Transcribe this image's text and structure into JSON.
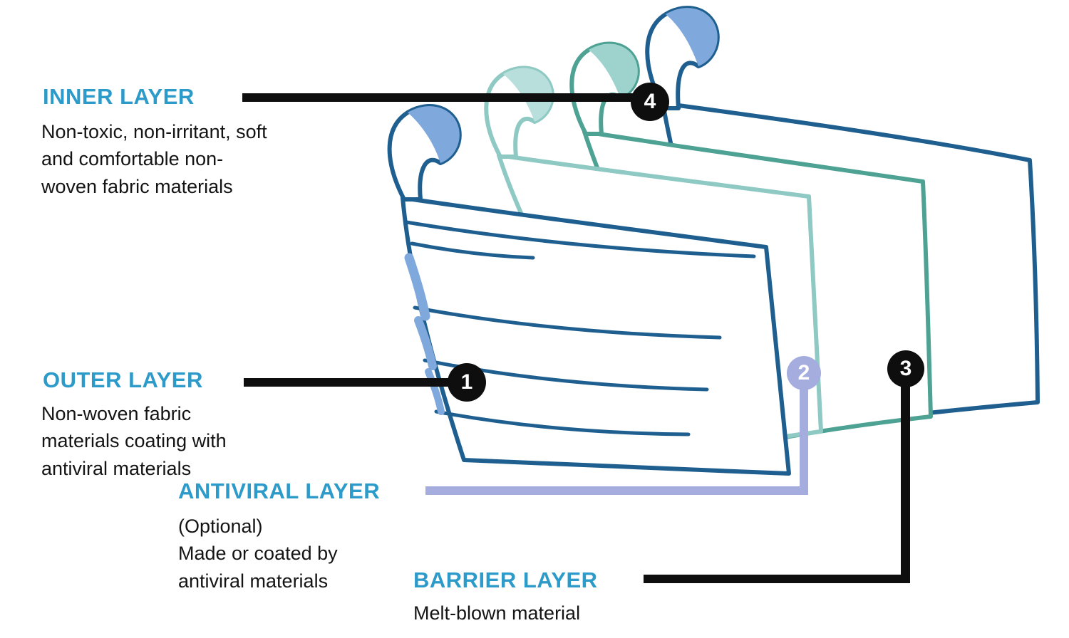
{
  "diagram": {
    "subject": "face-mask-layers",
    "callouts": {
      "inner": {
        "label": "INNER LAYER",
        "description": "Non-toxic, non-irritant, soft and comfortable non-woven fabric materials",
        "marker": "4",
        "marker_color": "#0e0e0e",
        "line_color": "#0e0e0e"
      },
      "outer": {
        "label": "OUTER LAYER",
        "description": "Non-woven fabric materials coating with antiviral materials",
        "marker": "1",
        "marker_color": "#0e0e0e",
        "line_color": "#0e0e0e"
      },
      "antiviral": {
        "label": "ANTIVIRAL LAYER",
        "description": "(Optional)\nMade or coated by antiviral materials",
        "marker": "2",
        "marker_color": "#A4ADDE",
        "line_color": "#A4ADDE"
      },
      "barrier": {
        "label": "BARRIER LAYER",
        "description": "Melt-blown material",
        "marker": "3",
        "marker_color": "#0e0e0e",
        "line_color": "#0e0e0e"
      }
    },
    "colors": {
      "heading": "#2D9BC9",
      "body_text": "#141414",
      "connector_black": "#0e0e0e",
      "connector_periwinkle": "#A4ADDE",
      "mask_dark_blue": "#1F5F90",
      "mask_cornflower": "#7FA8DC",
      "mask_teal": "#4DA294",
      "mask_light_teal": "#8EC9C4",
      "curl_fill_teal": "#9ED3CD",
      "curl_fill_light_teal": "#B9DFDC",
      "sheet_fill": "#ffffff"
    }
  }
}
